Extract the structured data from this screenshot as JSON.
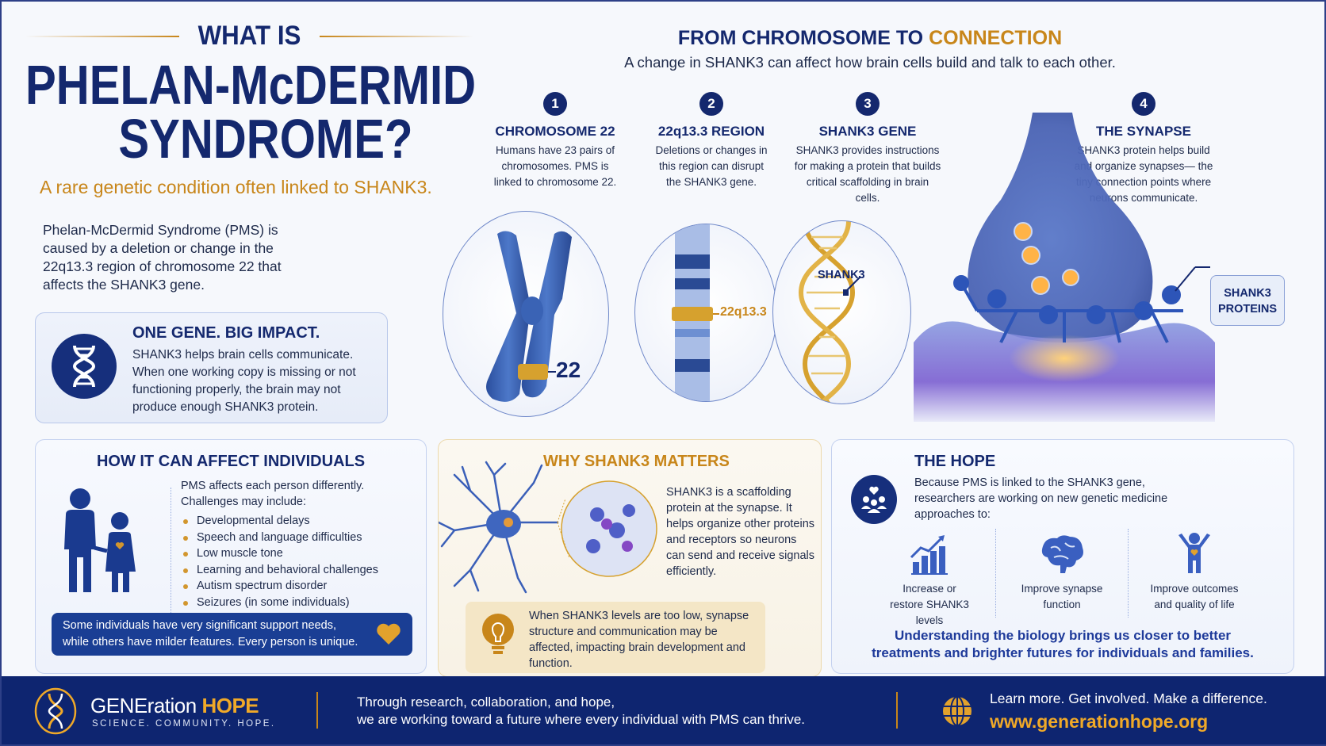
{
  "hero": {
    "what_is": "WHAT IS",
    "title_line1": "PHELAN-McDERMID",
    "title_line2": "SYNDROME?",
    "subtitle": "A rare genetic condition often linked to SHANK3.",
    "intro": "Phelan-McDermid Syndrome (PMS) is caused by a deletion or change in the 22q13.3 region of chromosome 22 that affects the SHANK3 gene."
  },
  "gene_box": {
    "icon": "dna-icon",
    "title": "ONE GENE. BIG IMPACT.",
    "body": "SHANK3 helps brain cells communicate. When one working copy is missing or not functioning properly, the brain may not produce enough SHANK3 protein."
  },
  "flow": {
    "title_part1": "FROM CHROMOSOME TO ",
    "title_part2": "CONNECTION",
    "subtitle": "A change in SHANK3 can affect how brain cells build and talk to each other.",
    "steps": [
      {
        "number": "1",
        "title": "CHROMOSOME 22",
        "body": "Humans have 23 pairs of chromosomes. PMS is linked to chromosome 22."
      },
      {
        "number": "2",
        "title": "22q13.3 REGION",
        "body": "Deletions or changes in this region can disrupt the SHANK3 gene."
      },
      {
        "number": "3",
        "title": "SHANK3 GENE",
        "body": "SHANK3 provides instructions for making a protein that builds critical scaffolding in brain cells."
      },
      {
        "number": "4",
        "title": "THE SYNAPSE",
        "body": "SHANK3 protein helps build and organize synapses— the tiny connection points where neurons communicate."
      }
    ],
    "labels": {
      "chromosome": "22",
      "region": "22q13.3",
      "gene": "SHANK3",
      "proteins_line1": "SHANK3",
      "proteins_line2": "PROTEINS"
    }
  },
  "affect": {
    "title": "HOW IT CAN AFFECT INDIVIDUALS",
    "lead": "PMS affects each person differently. Challenges may include:",
    "items": [
      "Developmental delays",
      "Speech and language difficulties",
      "Low muscle tone",
      "Learning and behavioral challenges",
      "Autism spectrum disorder",
      "Seizures (in some individuals)"
    ],
    "support": "Some individuals have very significant support needs, while others have milder features. Every person is unique."
  },
  "why": {
    "title": "WHY SHANK3 MATTERS",
    "body": "SHANK3 is a scaffolding protein at the synapse. It helps organize other proteins and receptors so neurons can send and receive signals efficiently.",
    "tip": "When SHANK3 levels are too low, synapse structure and communication may be affected, impacting brain development and function."
  },
  "hope": {
    "title": "THE HOPE",
    "lead": "Because PMS is linked to the SHANK3 gene, researchers are working on new genetic medicine approaches to:",
    "goals": [
      {
        "icon": "growth-chart-icon",
        "label": "Increase or restore SHANK3 levels"
      },
      {
        "icon": "brain-icon",
        "label": "Improve synapse function"
      },
      {
        "icon": "person-heart-icon",
        "label": "Improve outcomes and quality of life"
      }
    ],
    "closing": "Understanding the biology brings us closer to better treatments and brighter futures for individuals and families."
  },
  "footer": {
    "brand_part1": "GENEration ",
    "brand_part2": "HOPE",
    "tagline": "SCIENCE. COMMUNITY. HOPE.",
    "mission_line1": "Through research, collaboration, and hope,",
    "mission_line2": "we are working toward a future where every individual with PMS can thrive.",
    "cta": "Learn more. Get involved. Make a difference.",
    "url": "www.generationhope.org"
  },
  "colors": {
    "navy": "#14286e",
    "gold": "#c8861a",
    "footer_bg": "#0e2570",
    "support_bg": "#1a3e94",
    "tip_bg": "#f4e6c6"
  }
}
